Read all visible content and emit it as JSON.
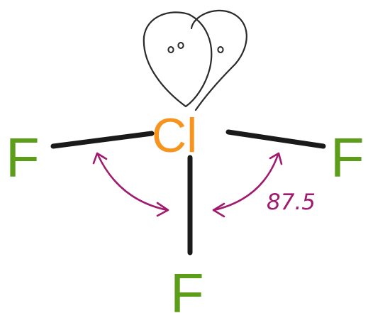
{
  "molecule": {
    "central_atom": {
      "symbol": "Cl",
      "color": "#F7941D"
    },
    "ligands": [
      {
        "symbol": "F",
        "color": "#5C9E1A",
        "position": "left"
      },
      {
        "symbol": "F",
        "color": "#5C9E1A",
        "position": "right"
      },
      {
        "symbol": "F",
        "color": "#5C9E1A",
        "position": "bottom"
      }
    ],
    "lone_pairs": 2,
    "bond_color": "#1a1a1a",
    "lone_pair_color": "#2a2a2a"
  },
  "angle": {
    "label": "87.5",
    "color": "#A01A6E"
  }
}
